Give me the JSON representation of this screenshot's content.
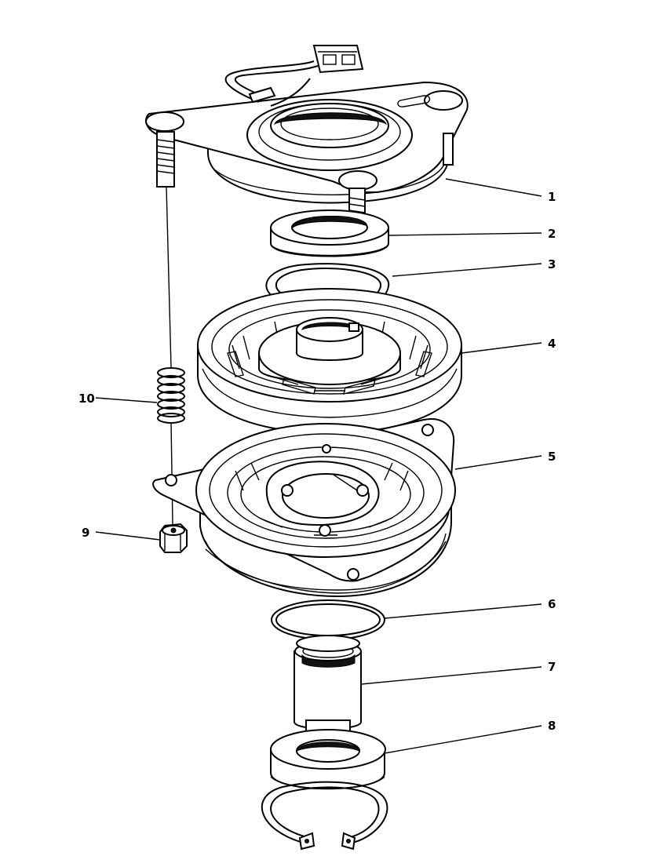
{
  "callouts": [
    {
      "id": "part-1",
      "label": "1"
    },
    {
      "id": "part-2",
      "label": "2"
    },
    {
      "id": "part-3",
      "label": "3"
    },
    {
      "id": "part-4",
      "label": "4"
    },
    {
      "id": "part-5",
      "label": "5"
    },
    {
      "id": "part-6",
      "label": "6"
    },
    {
      "id": "part-7",
      "label": "7"
    },
    {
      "id": "part-8",
      "label": "8"
    },
    {
      "id": "part-9",
      "label": "9"
    },
    {
      "id": "part-10",
      "label": "10"
    }
  ]
}
